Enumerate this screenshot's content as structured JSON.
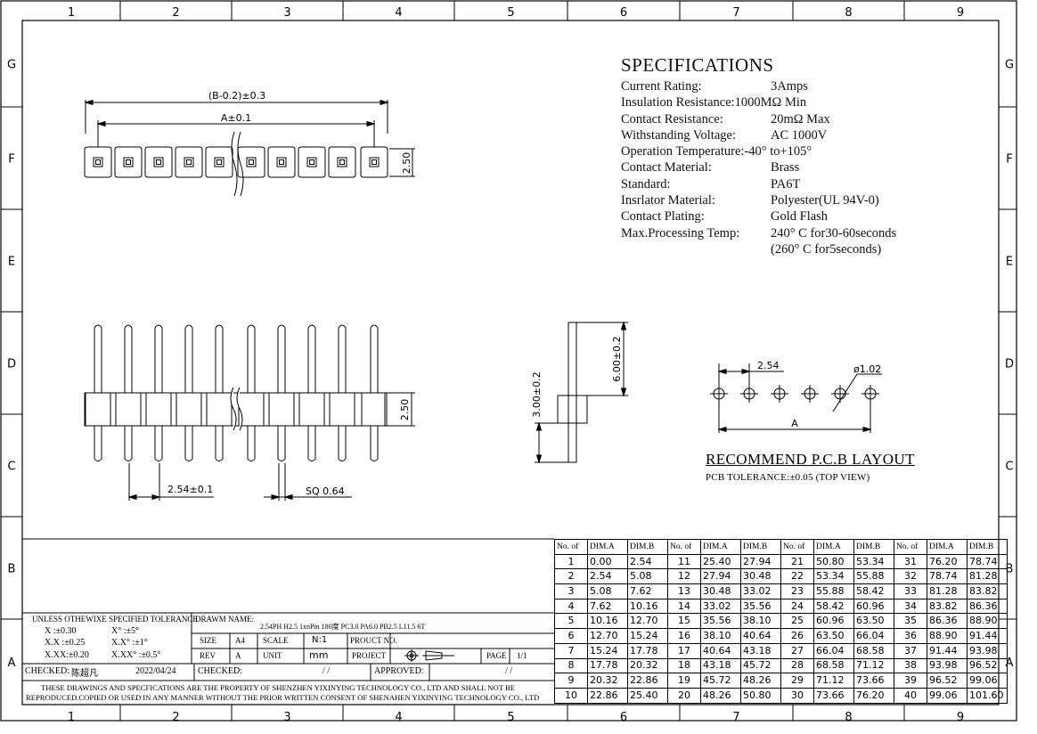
{
  "border": {
    "columns": [
      "1",
      "2",
      "3",
      "4",
      "5",
      "6",
      "7",
      "8",
      "9"
    ],
    "rows": [
      "G",
      "F",
      "E",
      "D",
      "C",
      "B",
      "A"
    ]
  },
  "specifications": {
    "title": "SPECIFICATIONS",
    "items": [
      {
        "label": "Current Rating:",
        "value": "3Amps"
      },
      {
        "label": "Insulation Resistance:",
        "value": "1000MΩ  Min"
      },
      {
        "label": "Contact Resistance:",
        "value": "20mΩ  Max"
      },
      {
        "label": "Withstanding Voltage:",
        "value": "AC 1000V"
      },
      {
        "label": "Operation Temperature:",
        "value": "-40° to+105°"
      },
      {
        "label": "Contact Material:",
        "value": "Brass"
      },
      {
        "label": "Standard:",
        "value": "PA6T"
      },
      {
        "label": "Insrlator Material:",
        "value": "Polyester(UL 94V-0)"
      },
      {
        "label": "Contact Plating:",
        "value": "Gold Flash"
      },
      {
        "label": "Max.Processing Temp:",
        "value": "240° C for30-60seconds"
      }
    ],
    "continuation": "(260° C for5seconds)"
  },
  "dimensions": {
    "overall": "(B-0.2)±0.3",
    "pitch_span": "A±0.1",
    "top_height": "2.50",
    "front_height": "2.50",
    "pitch": "2.54±0.1",
    "square": "SQ 0.64",
    "side_top": "6.00±0.2",
    "side_bottom": "3.00±0.2",
    "pcb_pitch": "2.54",
    "pcb_hole": "ø1.02",
    "pcb_span": "A"
  },
  "pcb_layout": {
    "title": "RECOMMEND P.C.B LAYOUT",
    "tolerance": "PCB TOLERANCE:±0.05 (TOP VIEW)"
  },
  "dim_table": {
    "headers": [
      "No. of",
      "DIM.A",
      "DIM.B"
    ],
    "rows": [
      [
        "1",
        "0.00",
        "2.54",
        "11",
        "25.40",
        "27.94",
        "21",
        "50.80",
        "53.34",
        "31",
        "76.20",
        "78.74"
      ],
      [
        "2",
        "2.54",
        "5.08",
        "12",
        "27.94",
        "30.48",
        "22",
        "53.34",
        "55.88",
        "32",
        "78.74",
        "81.28"
      ],
      [
        "3",
        "5.08",
        "7.62",
        "13",
        "30.48",
        "33.02",
        "23",
        "55.88",
        "58.42",
        "33",
        "81.28",
        "83.82"
      ],
      [
        "4",
        "7.62",
        "10.16",
        "14",
        "33.02",
        "35.56",
        "24",
        "58.42",
        "60.96",
        "34",
        "83.82",
        "86.36"
      ],
      [
        "5",
        "10.16",
        "12.70",
        "15",
        "35.56",
        "38.10",
        "25",
        "60.96",
        "63.50",
        "35",
        "86.36",
        "88.90"
      ],
      [
        "6",
        "12.70",
        "15.24",
        "16",
        "38.10",
        "40.64",
        "26",
        "63.50",
        "66.04",
        "36",
        "88.90",
        "91.44"
      ],
      [
        "7",
        "15.24",
        "17.78",
        "17",
        "40.64",
        "43.18",
        "27",
        "66.04",
        "68.58",
        "37",
        "91.44",
        "93.98"
      ],
      [
        "8",
        "17.78",
        "20.32",
        "18",
        "43.18",
        "45.72",
        "28",
        "68.58",
        "71.12",
        "38",
        "93.98",
        "96.52"
      ],
      [
        "9",
        "20.32",
        "22.86",
        "19",
        "45.72",
        "48.26",
        "29",
        "71.12",
        "73.66",
        "39",
        "96.52",
        "99.06"
      ],
      [
        "10",
        "22.86",
        "25.40",
        "20",
        "48.26",
        "50.80",
        "30",
        "73.66",
        "76.20",
        "40",
        "99.06",
        "101.60"
      ]
    ]
  },
  "title_block": {
    "tolerance_heading": "UNLESS OTHEWIXE SPECIFIED TOLERANCE",
    "tol_x": "X   :±0.30",
    "tol_x_deg": "X°   :±5°",
    "tol_xx": "X.X  :±0.25",
    "tol_xx_deg": "X.X°  :±1°",
    "tol_xxx": "X.XX:±0.20",
    "tol_xxx_deg": "X.XX°  :±0.5°",
    "drawn_label": "DRAWM NAME:",
    "drawn_value": "2.54PH H2.5 1xnPin 180度 PC3.0 PA6.0 PB2.5 L11.5 6T",
    "size_label": "SIZE",
    "size_value": "A4",
    "scale_label": "SCALE",
    "scale_value": "N:1",
    "product_label": "PROUCT NO.",
    "rev_label": "REV",
    "rev_value": "A",
    "unit_label": "UNIT",
    "unit_value": "mm",
    "project_label": "PROJECT",
    "page_label": "PAGE",
    "page_value": "1/1",
    "checked_label": "CHECKED:",
    "checked_name": "陈超凡",
    "checked_date": "2022/04/24",
    "checked2_label": "CHECKED:",
    "date_slash": "/    /",
    "approved_label": "APPROVED:",
    "date_slash2": "/    /",
    "notice1": "THESE DRAWINGS AND SPECFICATIONS ARE THE PROPERTY OF SHENZHEN YIXINYING TECHNOLOGY CO., LTD AND SHALL NOT BE",
    "notice2": "REPRODUCED.COPIED OR USED IN ANY MANNER WITHOUT THE PRIOR WRITTEN CONSENT OF SHENAHEN YIXINYING TECHNOLOGY CO., LTD"
  }
}
